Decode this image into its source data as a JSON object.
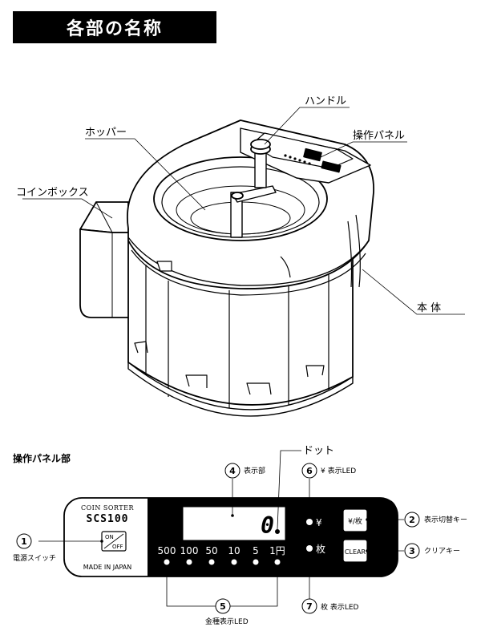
{
  "page_title": "各部の名称",
  "machine_labels": {
    "handle": "ハンドル",
    "hopper": "ホッパー",
    "control_panel": "操作パネル",
    "coin_box": "コインボックス",
    "body": "本 体"
  },
  "panel_section_title": "操作パネル部",
  "panel": {
    "brand": "COIN SORTER",
    "model": "SCS100",
    "made_in": "MADE IN JAPAN",
    "switch_on": "ON",
    "switch_off": "OFF",
    "display_value": "0",
    "yen_indicator": "¥",
    "mai_indicator": "枚",
    "toggle_key": "¥/枚",
    "clear_key": "CLEAR",
    "denominations": [
      "500",
      "100",
      "50",
      "10",
      "5",
      "1円"
    ]
  },
  "callouts": {
    "dot": "ドット",
    "n1": "1",
    "n1_label": "電源スイッチ",
    "n2": "2",
    "n2_label": "表示切替キー",
    "n3": "3",
    "n3_label": "クリアキー",
    "n4": "4",
    "n4_label": "表示部",
    "n5": "5",
    "n5_label": "金種表示LED",
    "n6": "6",
    "n6_label": "¥ 表示LED",
    "n7": "7",
    "n7_label": "枚 表示LED"
  }
}
